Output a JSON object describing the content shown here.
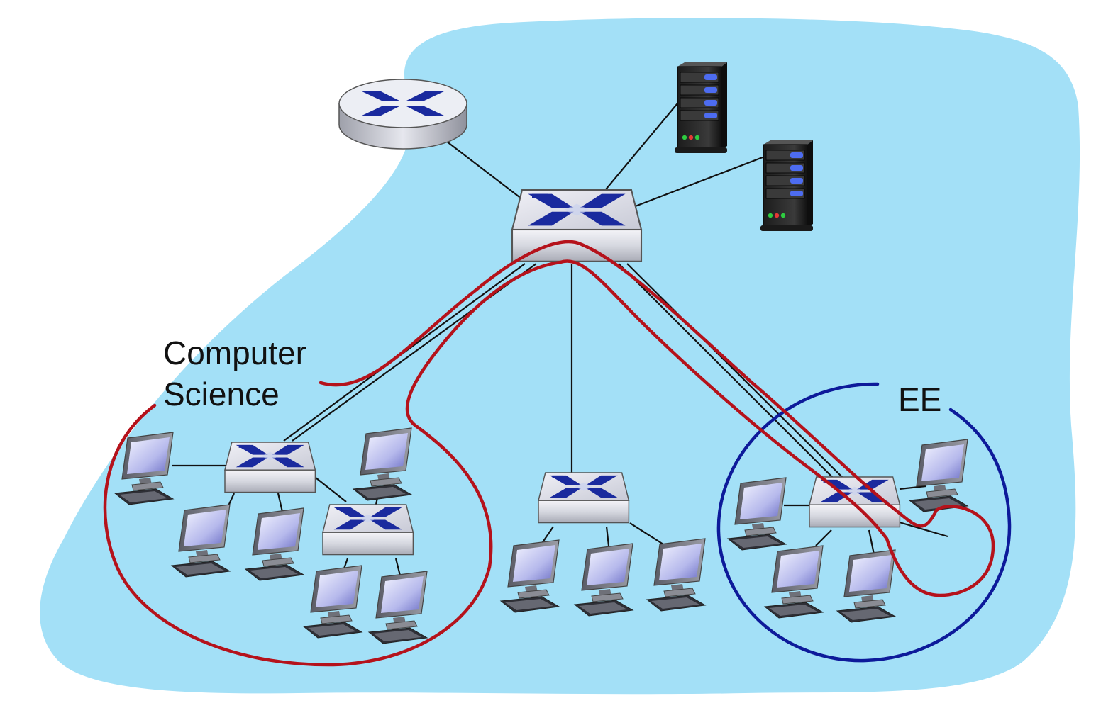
{
  "labels": {
    "computer_science_line1": "Computer",
    "computer_science_line2": "Science",
    "ee": "EE"
  },
  "colors": {
    "background_blob": "#a3e0f7",
    "vlan_cs": "#b5121b",
    "vlan_ee": "#0d1a9a",
    "link": "#111111",
    "switch_mark": "#1a2a9e"
  },
  "icons": [
    "router-icon",
    "switch-icon",
    "server-icon",
    "computer-icon"
  ]
}
